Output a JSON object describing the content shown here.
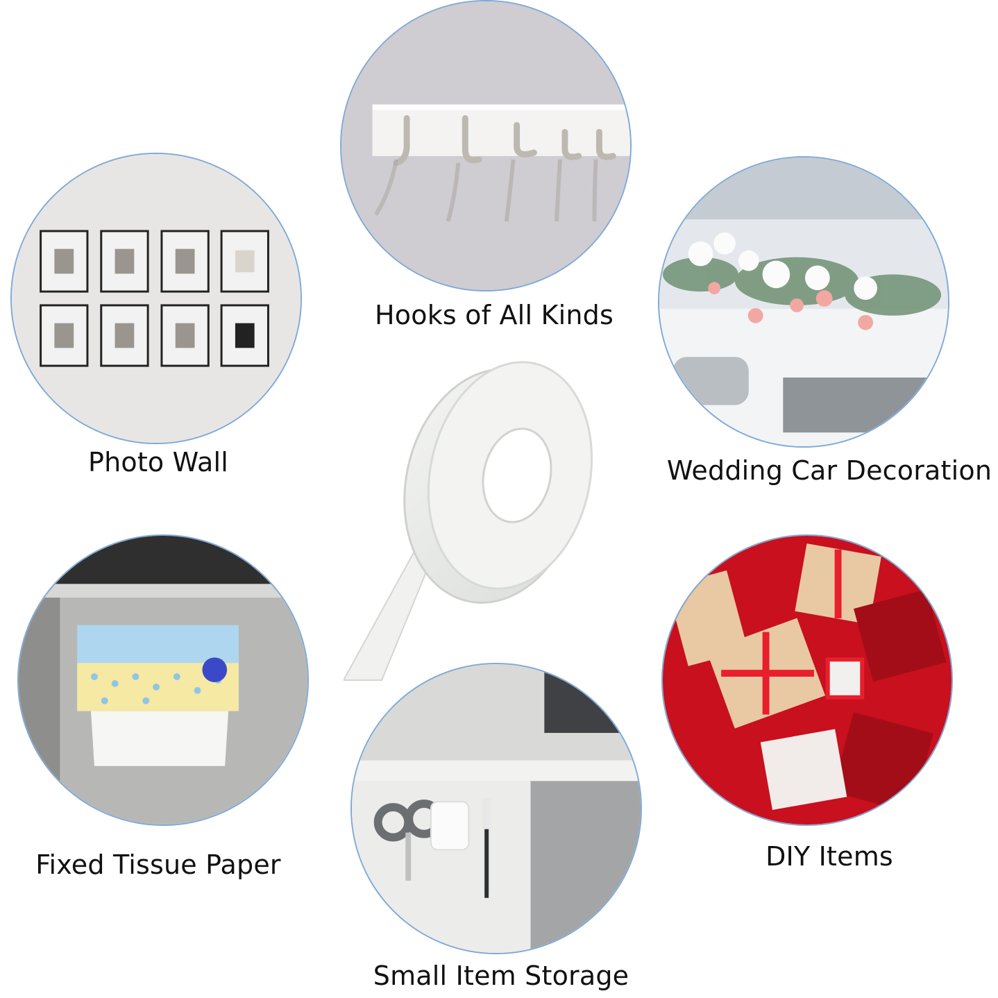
{
  "labels": {
    "hooks": "Hooks of All Kinds",
    "photo_wall": "Photo Wall",
    "wedding": "Wedding Car Decoration",
    "tissue": "Fixed Tissue Paper",
    "diy": "DIY Items",
    "storage": "Small Item Storage"
  },
  "colors": {
    "circle_border": "#7fa9d6",
    "text": "#111111",
    "gift_red": "#c8101e"
  }
}
